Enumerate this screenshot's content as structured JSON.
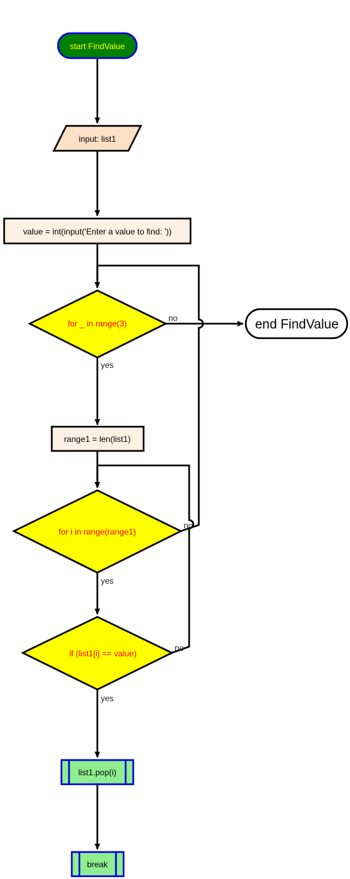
{
  "colors": {
    "terminal_start_fill": "#008000",
    "terminal_start_stroke": "#0000dd",
    "terminal_start_text": "#ffff00",
    "io_fill": "#fbe0c5",
    "process_fill": "#fdf0e4",
    "decision_fill": "#ffff00",
    "decision_text": "#ff0000",
    "subroutine_fill": "#90ee90",
    "subroutine_stroke": "#0000dd",
    "line": "#000000"
  },
  "nodes": {
    "start": "start FindValue",
    "input": "input: list1",
    "assign_value": "value = int(input('Enter a value to find: '))",
    "loop_outer": "for _ in range(3)",
    "assign_range": "range1 = len(list1)",
    "loop_inner": "for i in range(range1)",
    "condition": "if (list1[i] == value)",
    "pop": "list1.pop(i)",
    "break": "break",
    "end": "end FindValue"
  },
  "edges": {
    "outer_no": "no",
    "outer_yes": "yes",
    "inner_yes": "yes",
    "inner_no": "no",
    "cond_no": "no",
    "cond_yes": "yes"
  }
}
